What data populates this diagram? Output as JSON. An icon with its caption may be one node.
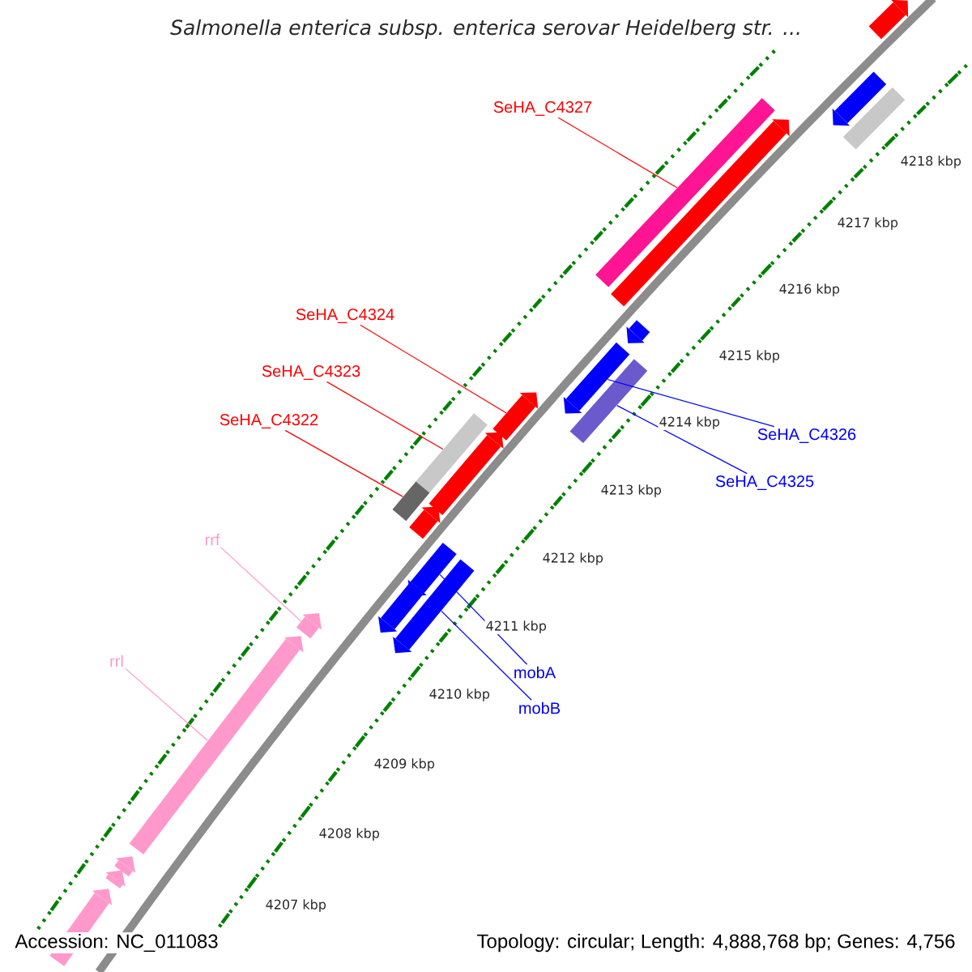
{
  "diagram": {
    "title": "Salmonella enterica subsp. enterica serovar Heidelberg str. ...",
    "nodes": [
      {
        "text": [
          "SeHA_C4327"
        ]
      },
      {
        "text": [
          "SeHA_C4324"
        ]
      },
      {
        "text": [
          "SeHA_C4323"
        ]
      },
      {
        "text": [
          "SeHA_C4322"
        ]
      },
      {
        "text": [
          "SeHA_C4326"
        ]
      },
      {
        "text": [
          "SeHA_C4325"
        ]
      },
      {
        "text": [
          "rrf"
        ]
      },
      {
        "text": [
          "mobA"
        ]
      },
      {
        "text": [
          "rrl"
        ]
      },
      {
        "text": [
          "mobB"
        ]
      },
      {
        "text": [],
        "shape": "bar"
      },
      {
        "text": [],
        "shape": "bar"
      },
      {
        "text": [],
        "shape": "bar"
      },
      {
        "text": [],
        "shape": "bar"
      },
      {
        "text": [],
        "shape": "bar"
      },
      {
        "text": [],
        "shape": "bar"
      },
      {
        "text": [],
        "shape": "bar"
      },
      {
        "text": [],
        "shape": "bar"
      },
      {
        "text": [],
        "shape": "bar"
      },
      {
        "text": [],
        "shape": "bar"
      },
      {
        "text": [],
        "shape": "bar"
      },
      {
        "text": [],
        "shape": "bar"
      },
      {
        "text": [],
        "shape": "bar"
      },
      {
        "text": [],
        "shape": "bar"
      },
      {
        "text": [],
        "shape": "bar"
      },
      {
        "text": [],
        "shape": "bar"
      },
      {
        "text": [],
        "shape": "bar"
      },
      {
        "text": [],
        "shape": "bar"
      },
      {
        "text": [],
        "shape": "bar"
      },
      {
        "text": [],
        "shape": "bar"
      },
      {
        "text": [],
        "shape": "bar"
      }
    ],
    "edges": [
      {
        "from": 0,
        "to": 10,
        "arrow": "none",
        "color": "#ff0000"
      },
      {
        "from": 1,
        "to": 11,
        "arrow": "none",
        "color": "#ff0000"
      },
      {
        "from": 2,
        "to": 12,
        "arrow": "none",
        "color": "#ff0000"
      },
      {
        "from": 3,
        "to": 13,
        "arrow": "none",
        "color": "#ff0000"
      },
      {
        "from": 4,
        "to": 14,
        "arrow": "none",
        "color": "#0000ff"
      },
      {
        "from": 5,
        "to": 15,
        "arrow": "none",
        "color": "#0000ff"
      },
      {
        "from": 6,
        "to": 16,
        "arrow": "none",
        "color": "#ff99cc"
      },
      {
        "from": 7,
        "to": 17,
        "arrow": "none",
        "color": "#0000ff"
      },
      {
        "from": 8,
        "to": 18,
        "arrow": "none",
        "color": "#ff99cc"
      },
      {
        "from": 9,
        "to": 19,
        "arrow": "none",
        "color": "#0000ff"
      }
    ],
    "labels": [
      "4218 kbp",
      "4217 kbp",
      "4216 kbp",
      "4215 kbp",
      "4214 kbp",
      "4213 kbp",
      "4212 kbp",
      "4211 kbp",
      "4210 kbp",
      "4209 kbp",
      "4208 kbp",
      "4207 kbp",
      "Accession: NC_011083",
      "Topology: circular; Length: 4,888,768 bp; Genes: 4,756"
    ]
  }
}
